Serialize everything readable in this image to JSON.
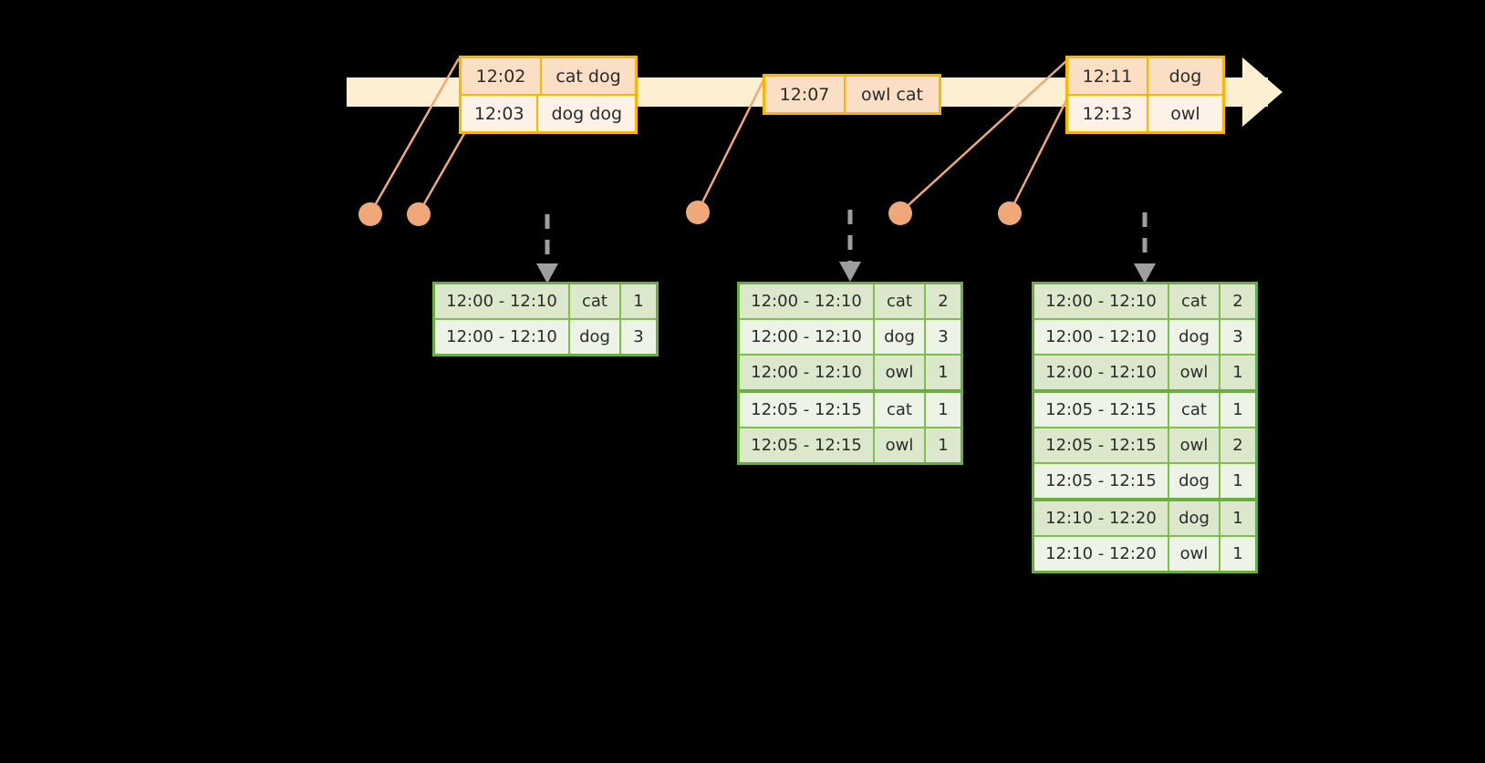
{
  "diagram": {
    "title": "windowed-word-count-timeline",
    "colors": {
      "background": "#000000",
      "timeline_fill": "#FDF0D2",
      "event_border": "#FFB400",
      "event_fill_dark": "#FBDFC5",
      "event_fill_light": "#FEF2E8",
      "table_border": "#67AF3E",
      "table_grid": "#7CBF4B",
      "table_fill_dark": "#DBE8CC",
      "table_fill_light": "#EDF3E6",
      "connector": "#F0A878",
      "dot": "#F0A878",
      "dashed_arrow": "#9E9E9E"
    }
  },
  "timeline": {
    "name": "event-timeline",
    "arrow_direction": "right"
  },
  "events": [
    {
      "name": "event-group-1",
      "rows": [
        {
          "time": "12:02",
          "words": "cat dog",
          "shade": "dark"
        },
        {
          "time": "12:03",
          "words": "dog dog",
          "shade": "light"
        }
      ]
    },
    {
      "name": "event-group-2",
      "rows": [
        {
          "time": "12:07",
          "words": "owl cat",
          "shade": "dark"
        }
      ]
    },
    {
      "name": "event-group-3",
      "rows": [
        {
          "time": "12:11",
          "words": "dog",
          "shade": "dark"
        },
        {
          "time": "12:13",
          "words": "owl",
          "shade": "light"
        }
      ]
    }
  ],
  "tables": [
    {
      "name": "result-table-1",
      "rows": [
        {
          "window": "12:00 - 12:10",
          "word": "cat",
          "count": "1",
          "shade": "dark",
          "group_end": false
        },
        {
          "window": "12:00 - 12:10",
          "word": "dog",
          "count": "3",
          "shade": "light",
          "group_end": false
        }
      ]
    },
    {
      "name": "result-table-2",
      "rows": [
        {
          "window": "12:00 - 12:10",
          "word": "cat",
          "count": "2",
          "shade": "dark",
          "group_end": false
        },
        {
          "window": "12:00 - 12:10",
          "word": "dog",
          "count": "3",
          "shade": "light",
          "group_end": false
        },
        {
          "window": "12:00 - 12:10",
          "word": "owl",
          "count": "1",
          "shade": "dark",
          "group_end": true
        },
        {
          "window": "12:05 - 12:15",
          "word": "cat",
          "count": "1",
          "shade": "light",
          "group_end": false
        },
        {
          "window": "12:05 - 12:15",
          "word": "owl",
          "count": "1",
          "shade": "dark",
          "group_end": false
        }
      ]
    },
    {
      "name": "result-table-3",
      "rows": [
        {
          "window": "12:00 - 12:10",
          "word": "cat",
          "count": "2",
          "shade": "dark",
          "group_end": false
        },
        {
          "window": "12:00 - 12:10",
          "word": "dog",
          "count": "3",
          "shade": "light",
          "group_end": false
        },
        {
          "window": "12:00 - 12:10",
          "word": "owl",
          "count": "1",
          "shade": "dark",
          "group_end": true
        },
        {
          "window": "12:05 - 12:15",
          "word": "cat",
          "count": "1",
          "shade": "light",
          "group_end": false
        },
        {
          "window": "12:05 - 12:15",
          "word": "owl",
          "count": "2",
          "shade": "dark",
          "group_end": false
        },
        {
          "window": "12:05 - 12:15",
          "word": "dog",
          "count": "1",
          "shade": "light",
          "group_end": true
        },
        {
          "window": "12:10 - 12:20",
          "word": "dog",
          "count": "1",
          "shade": "dark",
          "group_end": false
        },
        {
          "window": "12:10 - 12:20",
          "word": "owl",
          "count": "1",
          "shade": "light",
          "group_end": false
        }
      ]
    }
  ]
}
